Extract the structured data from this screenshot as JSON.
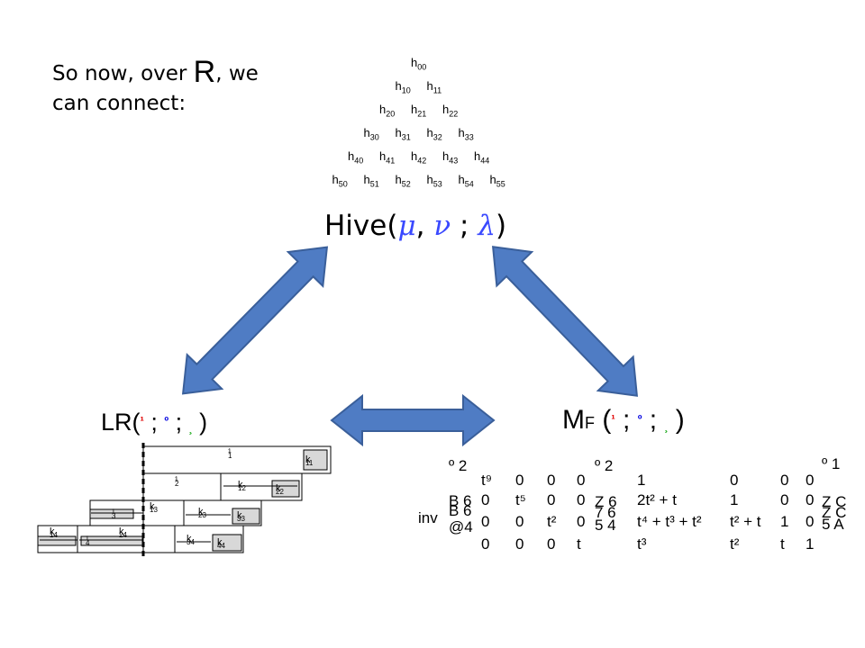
{
  "intro": {
    "line1_prefix": "So now, over ",
    "R": "R",
    "line1_suffix": ", we",
    "line2": "can connect:"
  },
  "hive": {
    "cells": [
      [
        "00"
      ],
      [
        "10",
        "11"
      ],
      [
        "20",
        "21",
        "22"
      ],
      [
        "30",
        "31",
        "32",
        "33"
      ],
      [
        "40",
        "41",
        "42",
        "43",
        "44"
      ],
      [
        "50",
        "51",
        "52",
        "53",
        "54",
        "55"
      ]
    ],
    "letter": "h",
    "label": {
      "prefix": "Hive(",
      "mu": "μ",
      "sep1": ", ",
      "nu": "ν",
      "sep2": " ; ",
      "lambda": "λ",
      "suffix": ")"
    }
  },
  "lr": {
    "name": "LR(",
    "a": "¹",
    "sep1": " ; ",
    "b": "º",
    "sep2": " ; ",
    "c": "¸",
    "close": " )"
  },
  "mf": {
    "name": "M",
    "sub": "F",
    "open": " (",
    "a": "¹",
    "sep1": " ; ",
    "b": "º",
    "sep2": " ; ",
    "c": "¸",
    "close": " )"
  },
  "tableau": {
    "k": [
      {
        "t": "k",
        "s": "11"
      },
      {
        "t": "k",
        "s": "12"
      },
      {
        "t": "k",
        "s": "22"
      },
      {
        "t": "k",
        "s": "13"
      },
      {
        "t": "k",
        "s": "23"
      },
      {
        "t": "k",
        "s": "33"
      },
      {
        "t": "k",
        "s": "14"
      },
      {
        "t": "k",
        "s": "24"
      },
      {
        "t": "k",
        "s": "34"
      },
      {
        "t": "k",
        "s": "44"
      }
    ],
    "row_labels": [
      {
        "t": "¹",
        "s": "1"
      },
      {
        "t": "¹",
        "s": "2"
      },
      {
        "t": "¹",
        "s": "3"
      },
      {
        "t": "¹",
        "s": "4"
      }
    ]
  },
  "matrix": {
    "side": {
      "garble_top": "º 2",
      "b6a": "B 6",
      "b6b": "B 6",
      "inv": "inv",
      "at4": "@4"
    },
    "mid": {
      "g1": "º 2",
      "z1": "Z 6",
      "z2": "7 6",
      "z3": "5 4"
    },
    "right": {
      "g": "º 1",
      "zc1": "Z C",
      "zc2": "Z C",
      "a5": "5 A"
    },
    "rows": [
      [
        "t⁹",
        "0",
        "0",
        "0",
        "1",
        "0",
        "0",
        "0"
      ],
      [
        "0",
        "t⁵",
        "0",
        "0",
        "2t² + t",
        "1",
        "0",
        "0"
      ],
      [
        "0",
        "0",
        "t²",
        "0",
        "t⁴ + t³ + t²",
        "t² + t",
        "1",
        "0"
      ],
      [
        "0",
        "0",
        "0",
        "t",
        "t³",
        "t²",
        "t",
        "1"
      ]
    ]
  },
  "colors": {
    "arrow": "#4f7cc4",
    "arrow_border": "#3a5f9a",
    "greek": "#3a49ff"
  }
}
